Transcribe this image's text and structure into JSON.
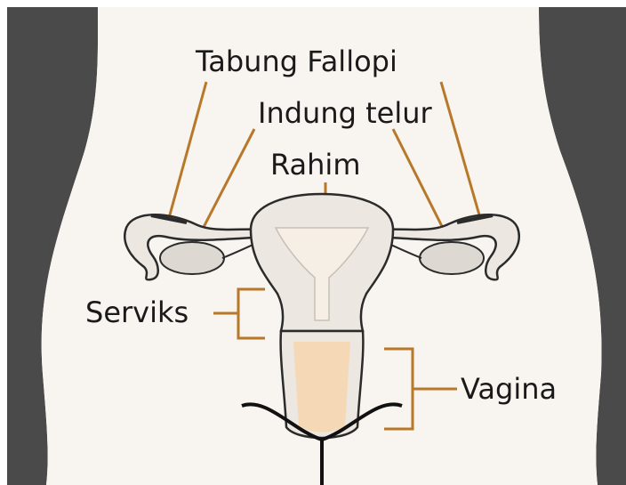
{
  "labels": {
    "fallopian_tube": "Tabung Fallopi",
    "ovary": "Indung telur",
    "uterus": "Rahim",
    "cervix": "Serviks",
    "vagina": "Vagina"
  },
  "colors": {
    "body_outline": "#4a4a4a",
    "skin": "#f8f4ef",
    "leader_line": "#b8782a",
    "organ_fill": "#ece7e0",
    "organ_inner": "#f6efe5",
    "vagina_fill": "#f5d8b5",
    "outline": "#2b2b2b"
  }
}
